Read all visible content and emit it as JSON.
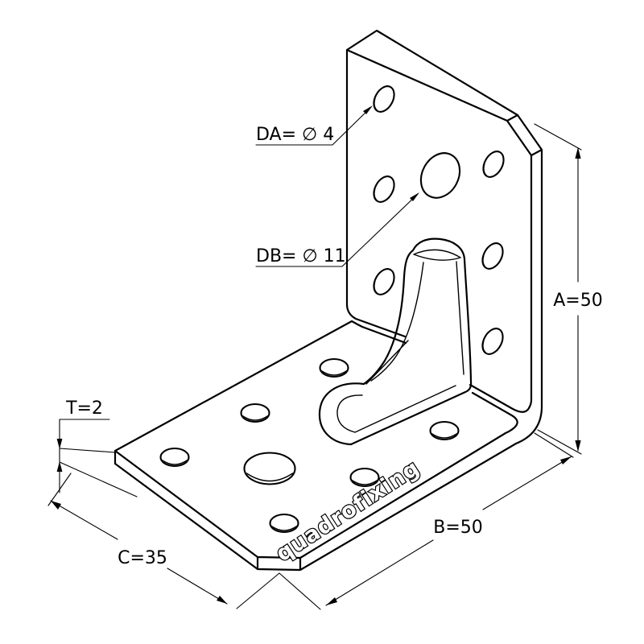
{
  "drawing": {
    "brand": "quadrofixing",
    "labels": {
      "da": "DA= ∅ 4",
      "db": "DB= ∅ 11",
      "a": "A=50",
      "b": "B=50",
      "c": "C=35",
      "t": "T=2"
    },
    "colors": {
      "line": "#000000",
      "background": "#ffffff",
      "face_fill": "#ffffff"
    }
  }
}
